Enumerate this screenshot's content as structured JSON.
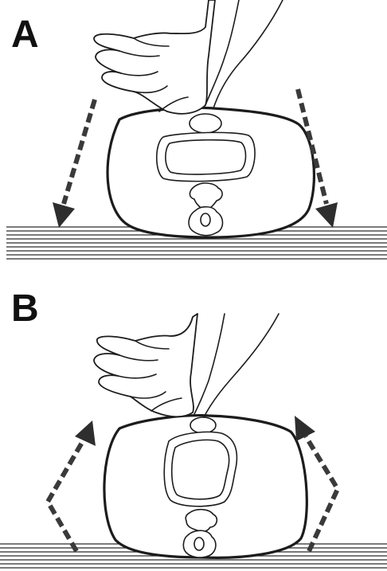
{
  "panels": [
    {
      "label": "A",
      "arrow_direction": "down"
    },
    {
      "label": "B",
      "arrow_direction": "up"
    }
  ]
}
